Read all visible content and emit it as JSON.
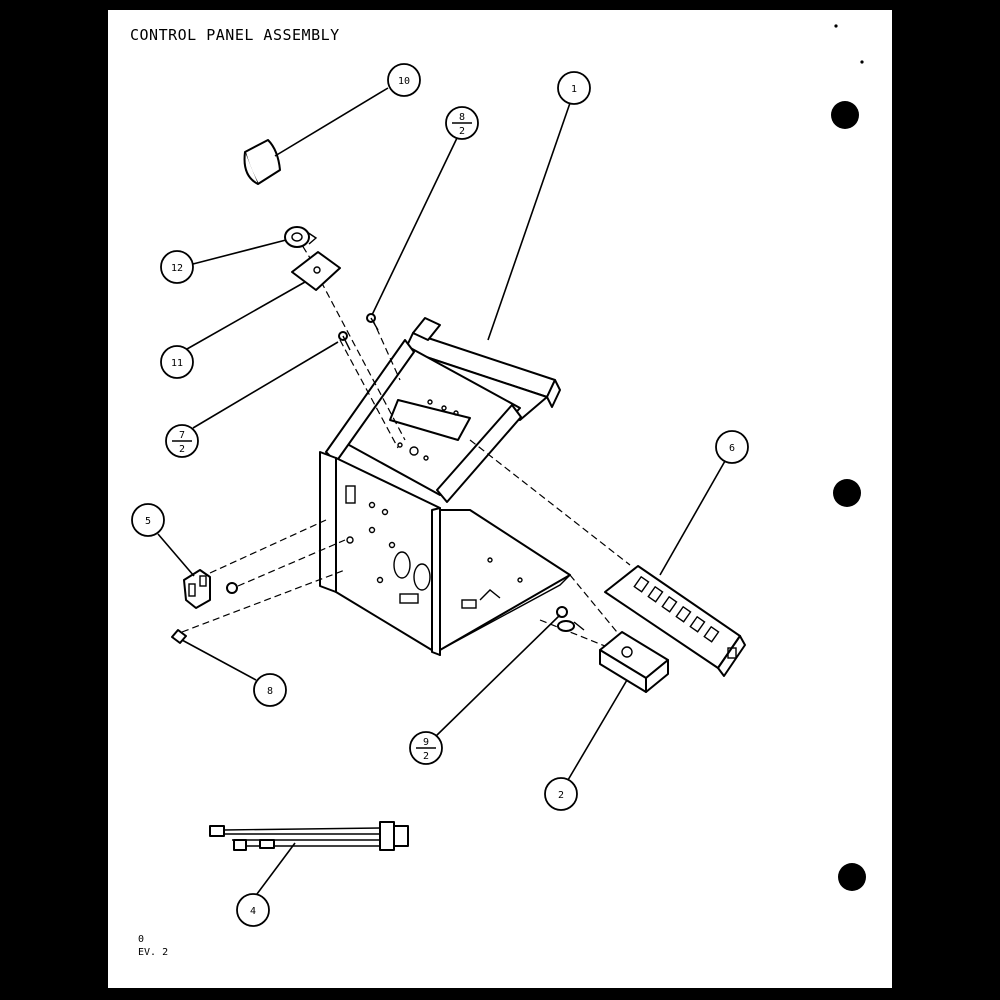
{
  "title": "CONTROL PANEL ASSEMBLY",
  "revision": {
    "line1": "0",
    "line2": "EV. 2"
  },
  "callouts": [
    {
      "id": "10",
      "label": "10"
    },
    {
      "id": "1",
      "label": "1"
    },
    {
      "id": "8-2",
      "top": "8",
      "bottom": "2"
    },
    {
      "id": "12",
      "label": "12"
    },
    {
      "id": "11",
      "label": "11"
    },
    {
      "id": "7-2",
      "top": "7",
      "bottom": "2"
    },
    {
      "id": "6",
      "label": "6"
    },
    {
      "id": "5",
      "label": "5"
    },
    {
      "id": "8",
      "label": "8"
    },
    {
      "id": "9-2",
      "top": "9",
      "bottom": "2"
    },
    {
      "id": "2",
      "label": "2"
    },
    {
      "id": "4",
      "label": "4"
    }
  ]
}
